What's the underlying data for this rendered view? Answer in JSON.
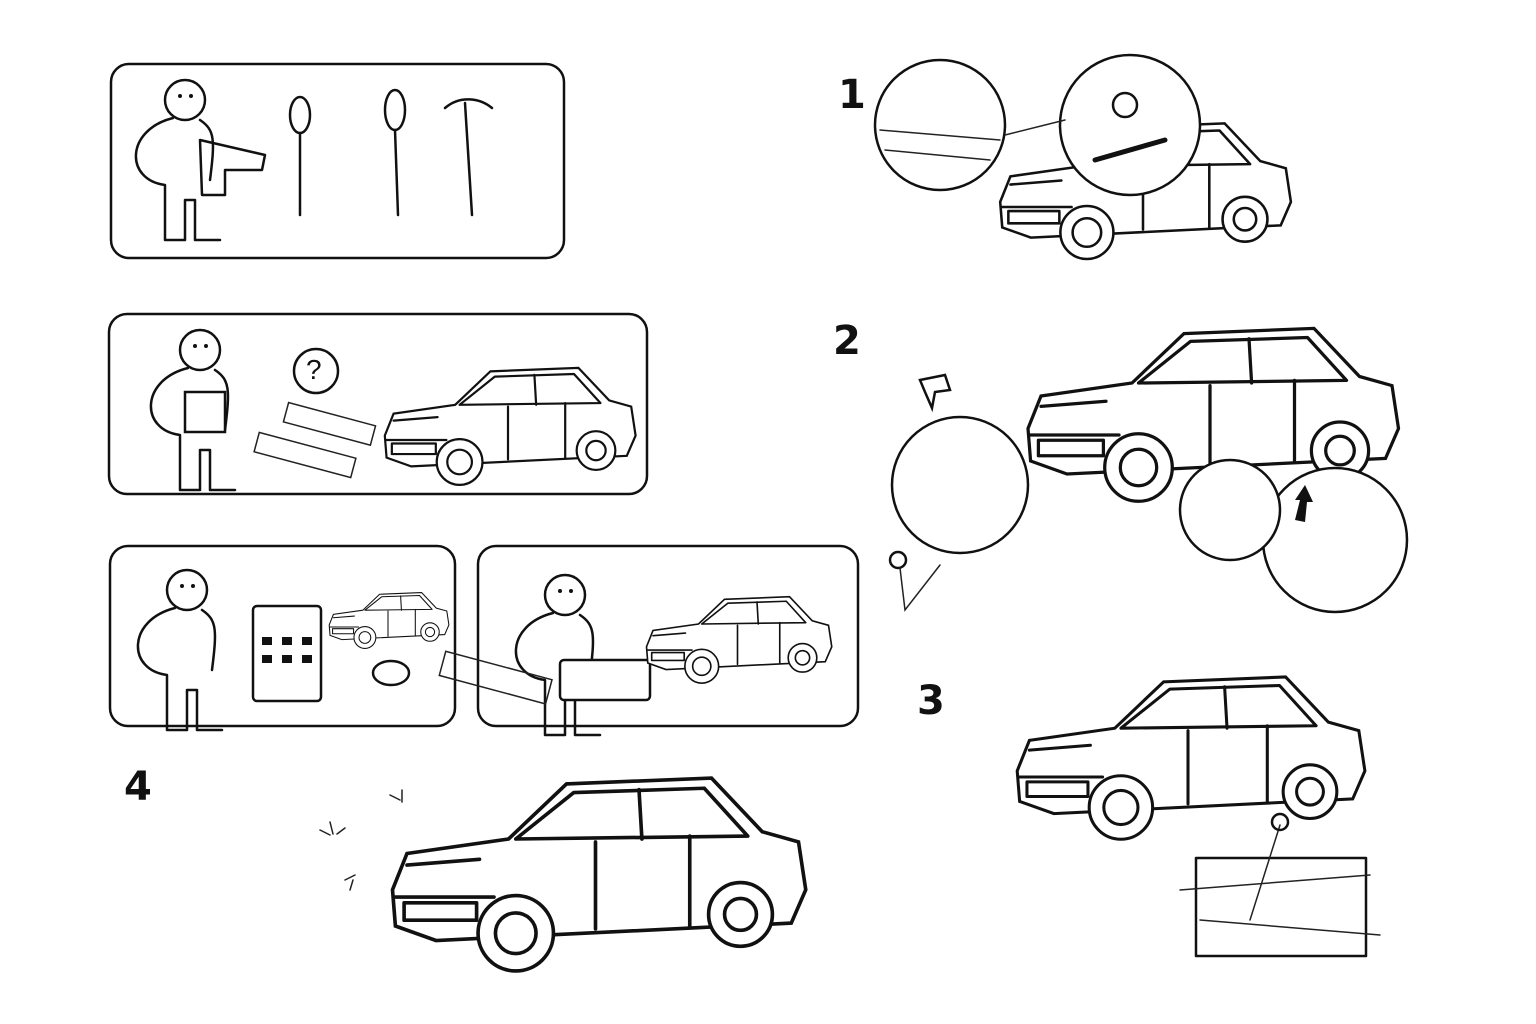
{
  "steps": [
    {
      "number": "1"
    },
    {
      "number": "2"
    },
    {
      "number": "3"
    },
    {
      "number": "4"
    }
  ],
  "panels": {
    "question_mark": "?"
  }
}
